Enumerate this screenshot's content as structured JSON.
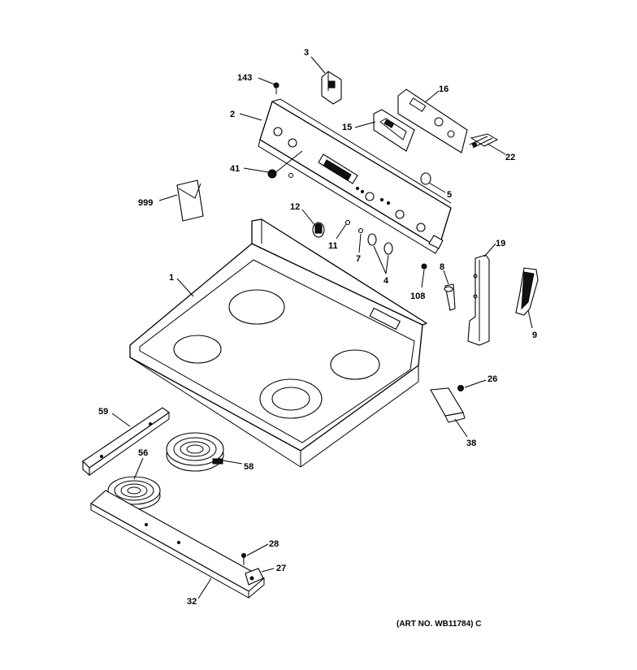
{
  "diagram": {
    "art_number": "(ART NO. WB11784) C",
    "labels": {
      "p1": "1",
      "p2": "2",
      "p3": "3",
      "p4": "4",
      "p5": "5",
      "p7": "7",
      "p8": "8",
      "p9": "9",
      "p11": "11",
      "p12": "12",
      "p15": "15",
      "p16": "16",
      "p19": "19",
      "p22": "22",
      "p26": "26",
      "p27": "27",
      "p28": "28",
      "p32": "32",
      "p38": "38",
      "p41": "41",
      "p56": "56",
      "p58": "58",
      "p59": "59",
      "p108": "108",
      "p143": "143",
      "p999": "999"
    }
  }
}
